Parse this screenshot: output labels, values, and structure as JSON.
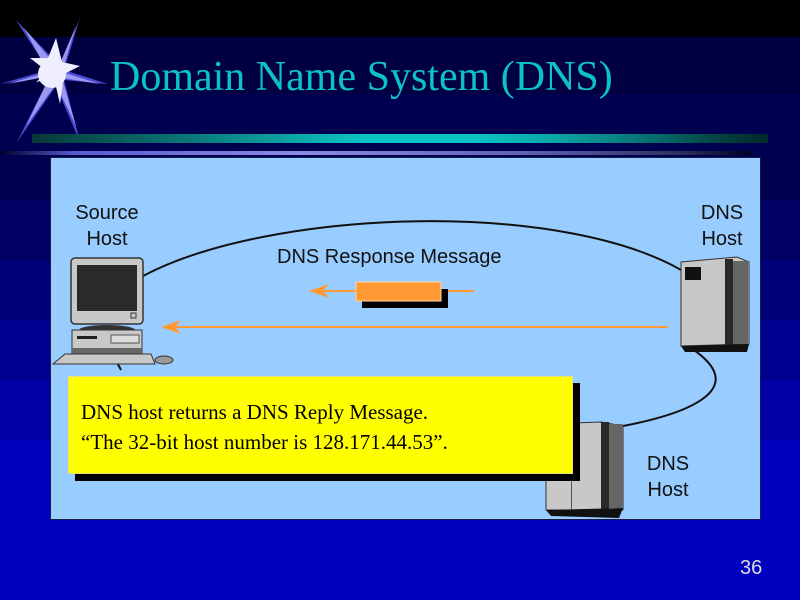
{
  "slide": {
    "title": "Domain Name System (DNS)",
    "page_number": "36",
    "decor_icon": "starburst-icon"
  },
  "diagram": {
    "source_host": {
      "line1": "Source",
      "line2": "Host",
      "icon": "desktop-computer-icon"
    },
    "dns_host_primary": {
      "line1": "DNS",
      "line2": "Host",
      "icon": "server-tower-icon"
    },
    "dns_host_secondary": {
      "line1": "DNS",
      "line2": "Host",
      "icon": "server-tower-icon"
    },
    "message_label": "DNS Response Message",
    "message_icon": "message-packet-icon",
    "direction": "right-to-left",
    "colors": {
      "panel": "#99ccff",
      "arrow": "#ff9933",
      "callout": "#ffff00",
      "title": "#0cc3c3"
    }
  },
  "callout": {
    "line1": "DNS host returns a DNS Reply Message.",
    "line2": "“The 32-bit host number is 128.171.44.53”."
  }
}
